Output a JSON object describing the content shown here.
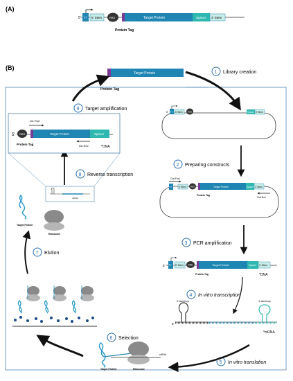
{
  "panel_a": {
    "label": "(A)",
    "five_prime": "5'",
    "t7": "T7",
    "stem5": "5' Stem",
    "rbs": "RBS",
    "target": "Target Protein",
    "spacer": "Spacer",
    "stem3": "3' Stem",
    "protein_tag": "Protein Tag"
  },
  "panel_b": {
    "label": "(B)",
    "top_target": "Target Protein",
    "top_tag": "Protein Tag",
    "steps": [
      {
        "num": "1",
        "label": "Library creation"
      },
      {
        "num": "2",
        "label": "Preparing constructs"
      },
      {
        "num": "3",
        "label": "PCR amplification"
      },
      {
        "num": "4",
        "label": "In vitro transcription"
      },
      {
        "num": "5",
        "label": "In vitro translation"
      },
      {
        "num": "6",
        "label": "Selection"
      },
      {
        "num": "7",
        "label": "Elution"
      },
      {
        "num": "8",
        "label": "Reverse transcription"
      },
      {
        "num": "9",
        "label": "Target amplification"
      }
    ],
    "plasmid1": {
      "five": "5'",
      "t7": "T7",
      "stem5": "5' Stem",
      "rbs": "RBS",
      "spacer": "Spacer",
      "stem3": "3' Stem"
    },
    "plasmid2": {
      "fwd": "Out-Fwd",
      "rev": "Out-Rev",
      "target": "Target Protein",
      "tag": "Protein Tag",
      "spacer": "Spacer",
      "stem3": "3' Stem",
      "stem5": "5' Stem",
      "rbs": "RBS",
      "t7": "T7"
    },
    "pcr": {
      "five": "5'",
      "t7": "T7",
      "stem5": "5' Stem",
      "rbs": "RBS",
      "target": "Target Protein",
      "spacer": "Spacer",
      "stem3": "3' Stem",
      "tag": "Protein Tag",
      "dna": "*DNA"
    },
    "mrna": {
      "stem5": "5' stemloop",
      "stem3": "3' stemloop",
      "five": "5'",
      "label": "*mRNA"
    },
    "selection": {
      "target": "Target Protein",
      "ribosome": "Ribosome",
      "mrna": "mRNA"
    },
    "elution": {
      "target": "Target Protein",
      "ribosome": "Ribosome"
    },
    "rt": {
      "mrna": "mRNA"
    },
    "box9": {
      "five": "5'",
      "rbs": "RBS",
      "target": "Target Protein",
      "spacer": "Spacer",
      "tag": "Protein Tag",
      "fwd": "Lib-Fwd",
      "rev": "Lib-Rev",
      "dna": "*DNA"
    }
  },
  "colors": {
    "blue": "#1f86b3",
    "teal": "#2fb8b0",
    "light": "#c8ece8",
    "purple": "#7a3a96",
    "box": "#4e86b3",
    "circle": "#2a6fb0"
  }
}
